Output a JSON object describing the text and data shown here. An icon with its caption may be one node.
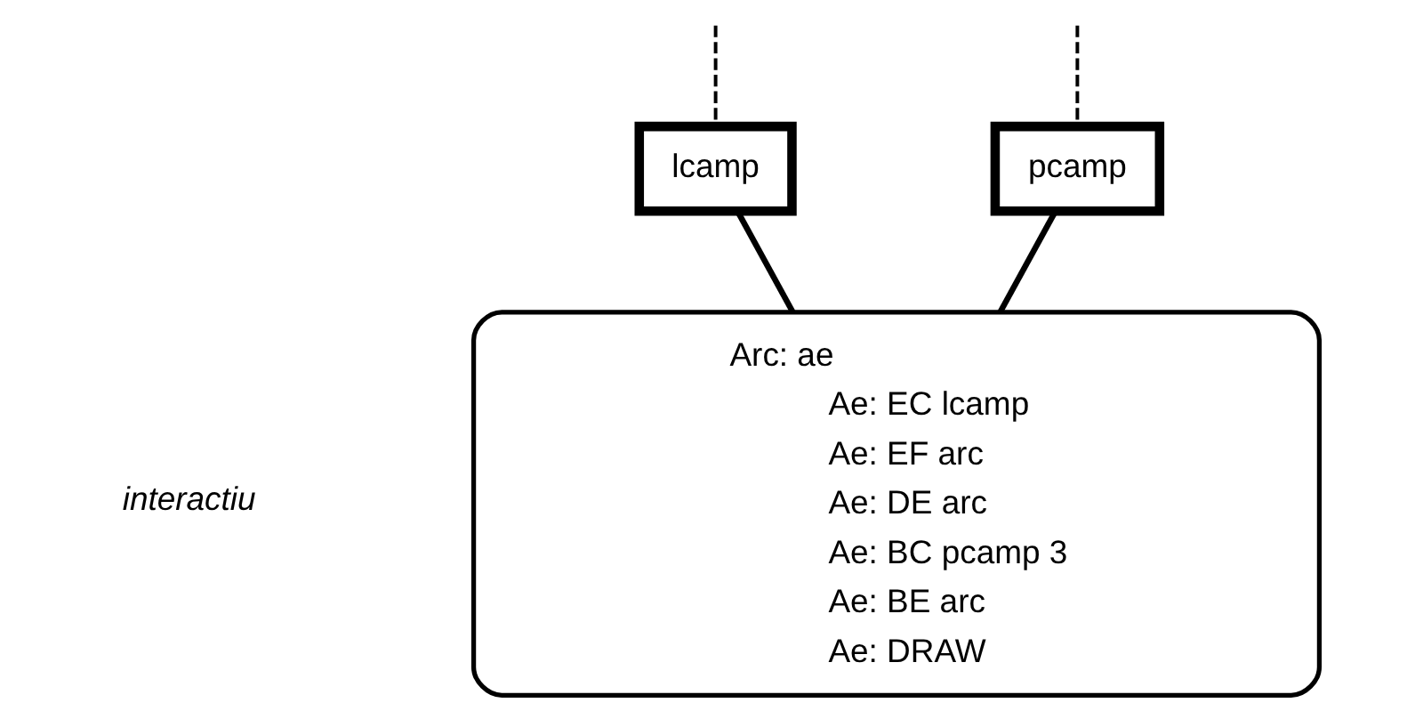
{
  "diagram": {
    "nodes": [
      {
        "text": [
          "pcamp"
        ]
      },
      {
        "text": [
          "lcamp"
        ]
      },
      {
        "text": [
          "Arc: ae",
          "Ae: EC lcamp",
          "Ae: EF arc",
          "Ae: DE arc",
          "Ae: BC pcamp 3",
          "Ae: BE arc",
          "Ae: DRAW"
        ]
      }
    ],
    "edges": [
      {
        "from": null,
        "to": 0,
        "arrow": "none",
        "style": "dashed"
      },
      {
        "from": null,
        "to": 1,
        "arrow": "none",
        "style": "dashed"
      },
      {
        "from": 0,
        "to": 2,
        "arrow": "none"
      },
      {
        "from": 1,
        "to": 2,
        "arrow": "none"
      }
    ],
    "labels": [
      "interactiu"
    ]
  }
}
